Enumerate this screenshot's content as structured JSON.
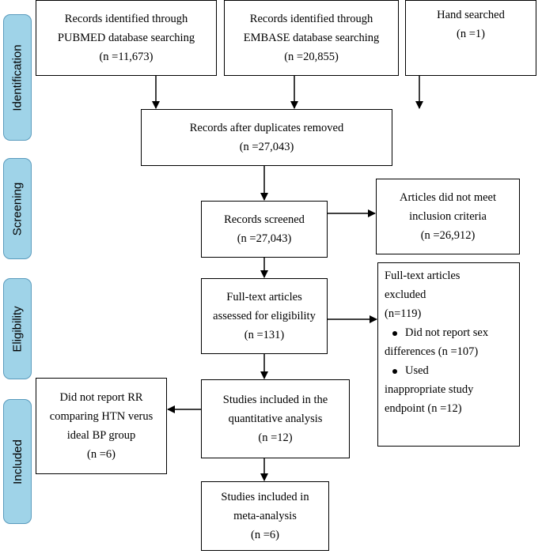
{
  "stages": [
    "Identification",
    "Screening",
    "Eligibility",
    "Included"
  ],
  "boxes": {
    "pubmed": [
      "Records identified through",
      "PUBMED database searching",
      "(n =11,673)"
    ],
    "embase": [
      "Records identified through",
      "EMBASE database searching",
      "(n =20,855)"
    ],
    "hand": [
      "Hand searched",
      "(n =1)"
    ],
    "duplicates": [
      "Records after duplicates removed",
      "(n =27,043)"
    ],
    "screened": [
      "Records screened",
      "(n =27,043)"
    ],
    "not_meet": [
      "Articles did not meet",
      "inclusion criteria",
      "(n =26,912)"
    ],
    "fulltext": [
      "Full-text articles",
      "assessed for eligibility",
      "(n =131)"
    ],
    "excluded": {
      "lines": [
        "Full-text articles",
        "excluded",
        "(n=119)"
      ],
      "bullets": [
        [
          "Did not report sex",
          "differences (n =107)"
        ],
        [
          "Used",
          "inappropriate study",
          "endpoint (n =12)"
        ]
      ]
    },
    "quant": [
      "Studies included in the",
      "quantitative analysis",
      "(n =12)"
    ],
    "no_rr": [
      "Did not report RR",
      "comparing HTN verus",
      "ideal BP group",
      "(n =6)"
    ],
    "meta": [
      "Studies included in",
      "meta-analysis",
      "(n =6)"
    ]
  }
}
